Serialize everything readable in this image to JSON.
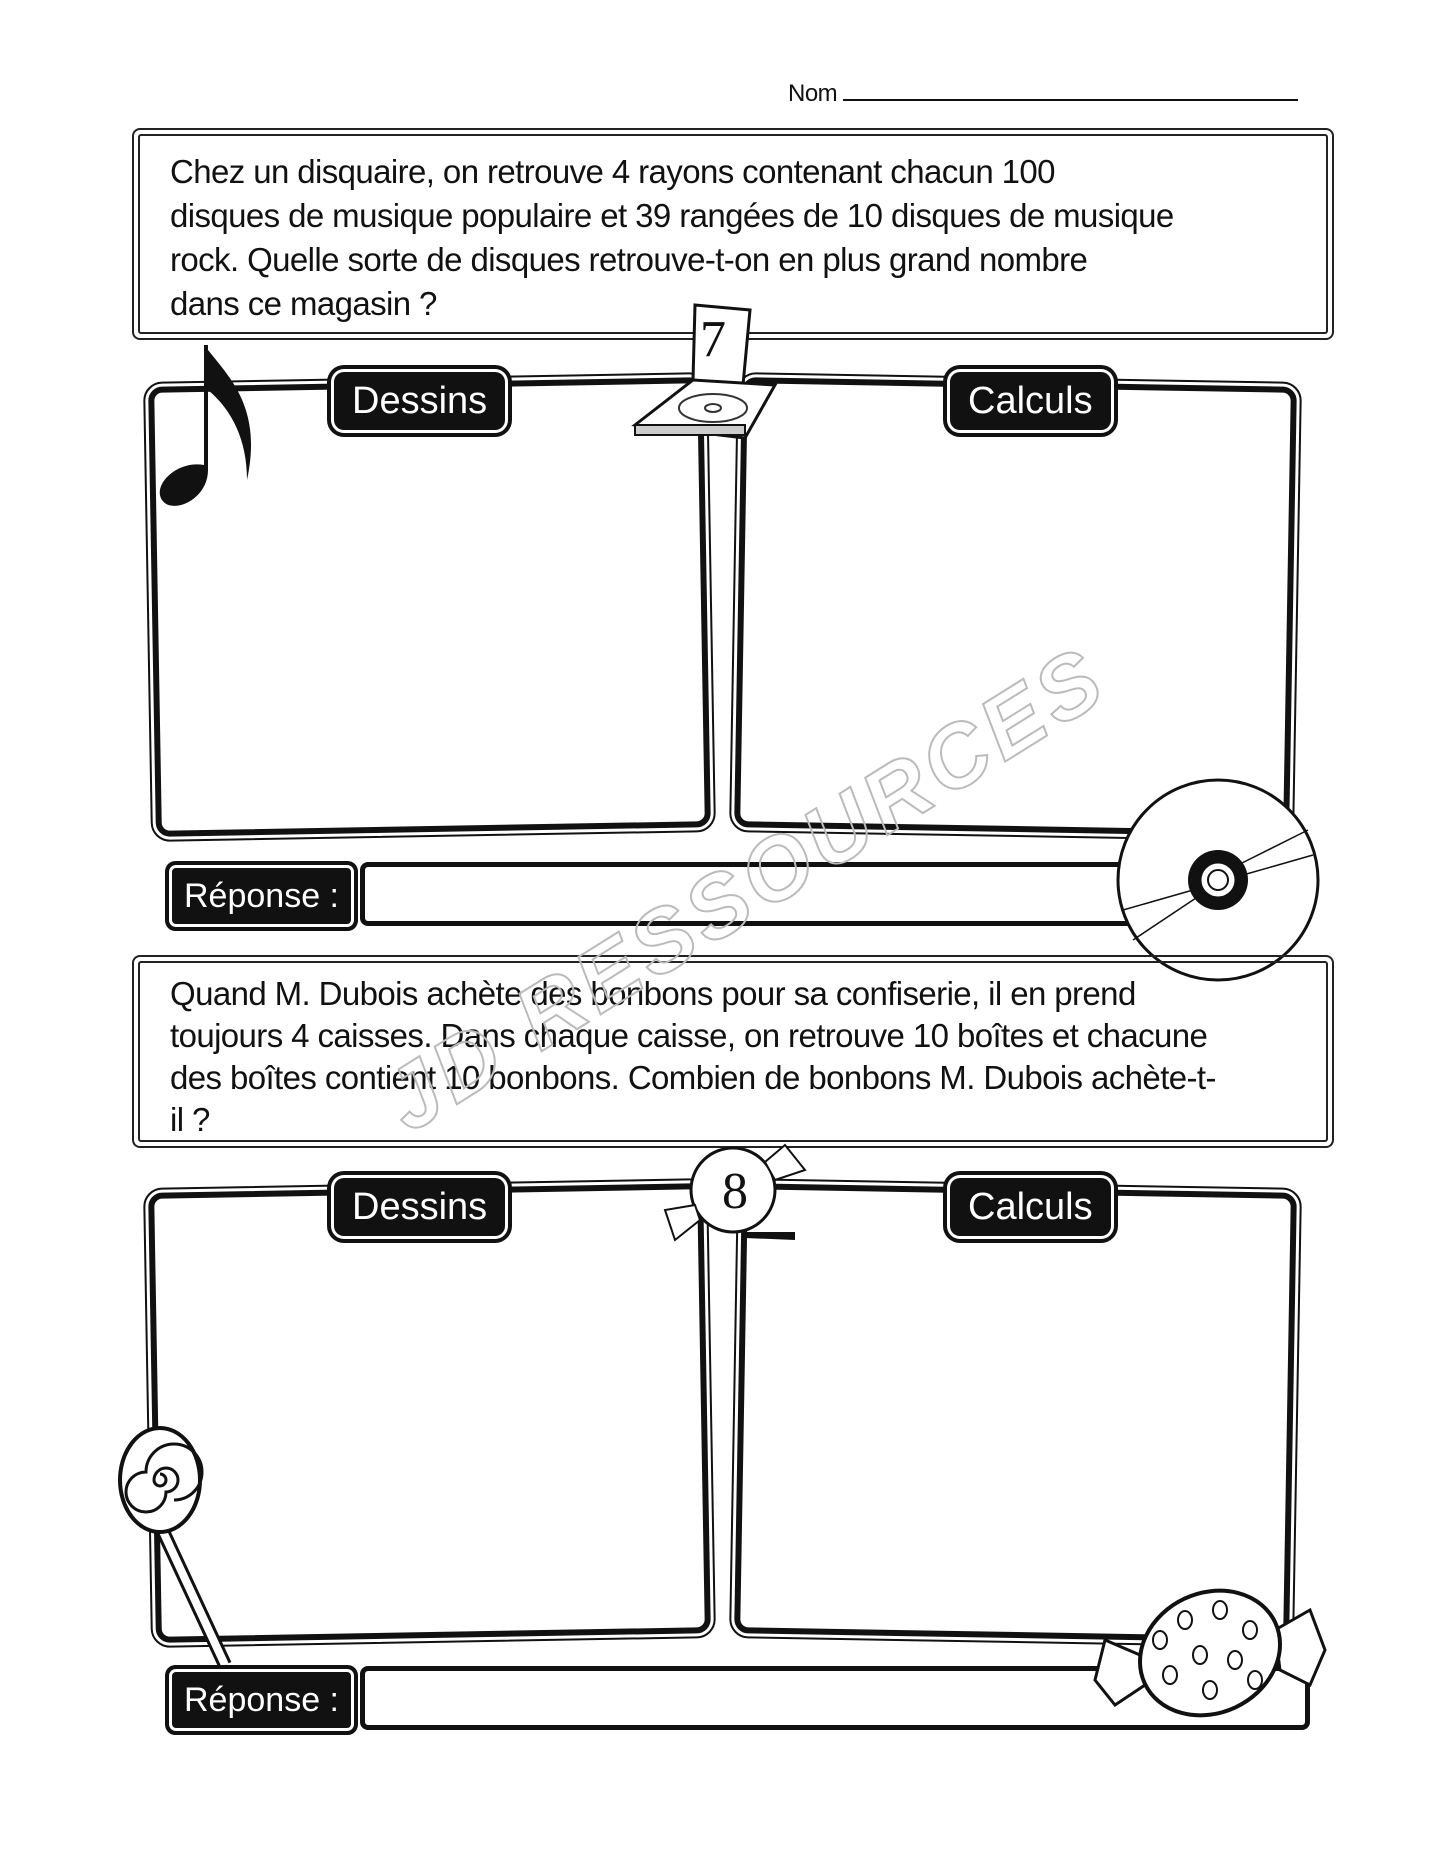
{
  "header": {
    "name_label": "Nom"
  },
  "problems": [
    {
      "number": "7",
      "text": "Chez un disquaire, on retrouve 4 rayons contenant chacun 100 disques de musique populaire et 39 rangées de 10 disques de musique rock. Quelle sorte de disques retrouve-t-on en plus grand nombre dans ce magasin ?",
      "lines": [
        "Chez un disquaire, on retrouve 4 rayons contenant chacun 100",
        "disques de musique populaire et 39 rangées de 10 disques de musique",
        "rock. Quelle sorte de disques retrouve-t-on en plus grand nombre",
        "dans ce magasin ?"
      ],
      "drawing_label": "Dessins",
      "calc_label": "Calculs",
      "answer_label": "Réponse :",
      "answer_value": "",
      "decorations": [
        "music-note-icon",
        "cd-case-icon",
        "cd-disc-icon"
      ]
    },
    {
      "number": "8",
      "text": "Quand M. Dubois achète des bonbons pour sa confiserie, il en prend toujours 4 caisses. Dans chaque caisse, on retrouve 10 boîtes et chacune des boîtes contient 10 bonbons. Combien de bonbons M. Dubois achète-t-il ?",
      "lines": [
        "Quand M. Dubois achète des bonbons pour sa confiserie, il en prend",
        "toujours 4 caisses. Dans chaque caisse, on retrouve 10 boîtes et chacune",
        "des boîtes contient 10 bonbons. Combien de bonbons M. Dubois achète-t-",
        "il ?"
      ],
      "drawing_label": "Dessins",
      "calc_label": "Calculs",
      "answer_label": "Réponse :",
      "answer_value": "",
      "decorations": [
        "candy-icon",
        "lollipop-icon",
        "wrapped-candy-icon"
      ]
    }
  ],
  "watermark": "JD RESSOURCES"
}
